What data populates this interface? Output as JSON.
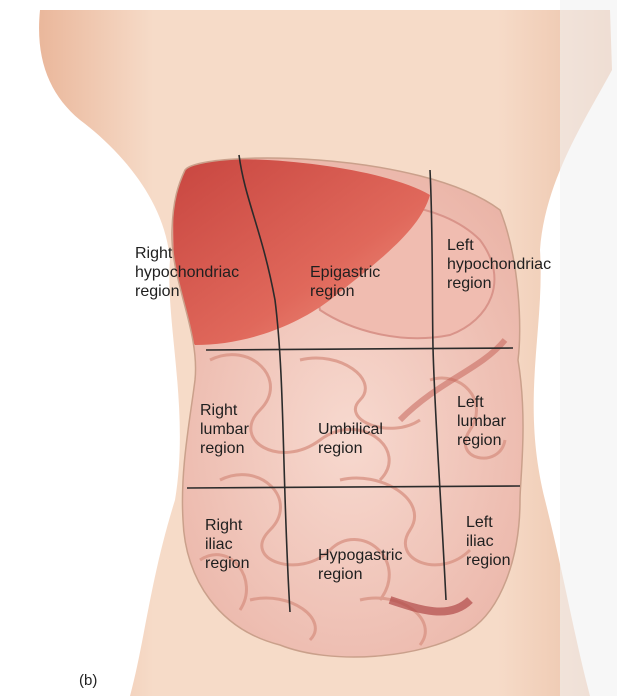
{
  "figure_label": "(b)",
  "regions": {
    "right_hypochondriac": "Right\nhypochondriac\nregion",
    "epigastric": "Epigastric\nregion",
    "left_hypochondriac": "Left\nhypochondriac\nregion",
    "right_lumbar": "Right\nlumbar\nregion",
    "umbilical": "Umbilical\nregion",
    "left_lumbar": "Left\nlumbar\nregion",
    "right_iliac": "Right\niliac\nregion",
    "hypogastric": "Hypogastric\nregion",
    "left_iliac": "Left\niliac\nregion"
  },
  "colors": {
    "skin": "#f3d3bd",
    "skin_shadow": "#e7b89c",
    "liver": "#d9534a",
    "organs": "#f1c6bd",
    "grid_line": "#2b2b2b"
  }
}
